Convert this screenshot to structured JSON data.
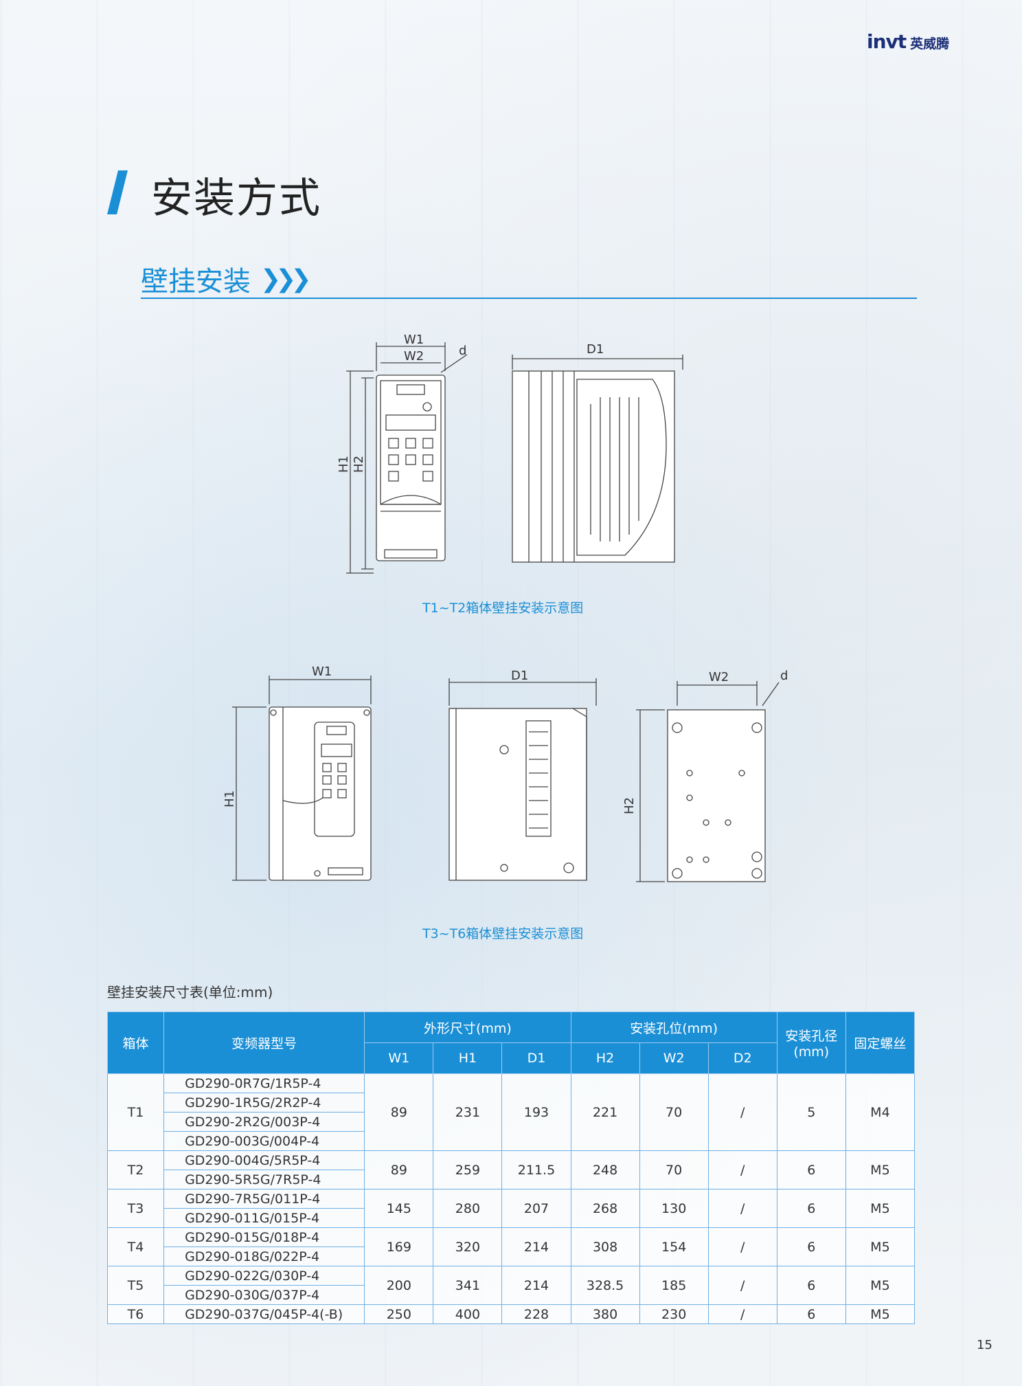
{
  "header": {
    "logo_mark": "invt",
    "logo_cn": "英威腾"
  },
  "page": {
    "title": "安装方式",
    "section": "壁挂安装",
    "number": "15"
  },
  "diagram1": {
    "caption": "T1~T2箱体壁挂安装示意图",
    "labels": {
      "w1": "W1",
      "w2": "W2",
      "d": "d",
      "h1": "H1",
      "h2": "H2",
      "d1": "D1"
    }
  },
  "diagram2": {
    "caption": "T3~T6箱体壁挂安装示意图",
    "labels": {
      "w1": "W1",
      "h1": "H1",
      "d1": "D1",
      "w2": "W2",
      "d": "d",
      "h2": "H2"
    }
  },
  "table": {
    "caption": "壁挂安装尺寸表(单位:mm)",
    "headers": {
      "frame": "箱体",
      "model": "变频器型号",
      "outer": "外形尺寸(mm)",
      "mount": "安装孔位(mm)",
      "hole_line1": "安装孔径",
      "hole_line2": "(mm)",
      "screw": "固定螺丝",
      "w1": "W1",
      "h1": "H1",
      "d1": "D1",
      "h2": "H2",
      "w2": "W2",
      "d2": "D2"
    },
    "rows": [
      {
        "frame": "T1",
        "models": [
          "GD290-0R7G/1R5P-4",
          "GD290-1R5G/2R2P-4",
          "GD290-2R2G/003P-4",
          "GD290-003G/004P-4"
        ],
        "w1": "89",
        "h1": "231",
        "d1": "193",
        "h2": "221",
        "w2": "70",
        "d2": "/",
        "hole": "5",
        "screw": "M4"
      },
      {
        "frame": "T2",
        "models": [
          "GD290-004G/5R5P-4",
          "GD290-5R5G/7R5P-4"
        ],
        "w1": "89",
        "h1": "259",
        "d1": "211.5",
        "h2": "248",
        "w2": "70",
        "d2": "/",
        "hole": "6",
        "screw": "M5"
      },
      {
        "frame": "T3",
        "models": [
          "GD290-7R5G/011P-4",
          "GD290-011G/015P-4"
        ],
        "w1": "145",
        "h1": "280",
        "d1": "207",
        "h2": "268",
        "w2": "130",
        "d2": "/",
        "hole": "6",
        "screw": "M5"
      },
      {
        "frame": "T4",
        "models": [
          "GD290-015G/018P-4",
          "GD290-018G/022P-4"
        ],
        "w1": "169",
        "h1": "320",
        "d1": "214",
        "h2": "308",
        "w2": "154",
        "d2": "/",
        "hole": "6",
        "screw": "M5"
      },
      {
        "frame": "T5",
        "models": [
          "GD290-022G/030P-4",
          "GD290-030G/037P-4"
        ],
        "w1": "200",
        "h1": "341",
        "d1": "214",
        "h2": "328.5",
        "w2": "185",
        "d2": "/",
        "hole": "6",
        "screw": "M5"
      },
      {
        "frame": "T6",
        "models": [
          "GD290-037G/045P-4(-B)"
        ],
        "w1": "250",
        "h1": "400",
        "d1": "228",
        "h2": "380",
        "w2": "230",
        "d2": "/",
        "hole": "6",
        "screw": "M5"
      }
    ]
  }
}
